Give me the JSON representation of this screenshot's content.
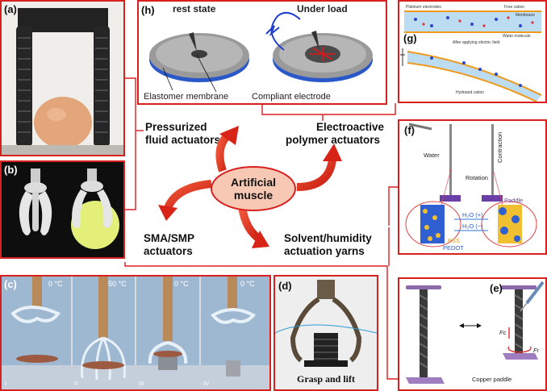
{
  "center": {
    "label_line1": "Artificial",
    "label_line2": "muscle"
  },
  "categories": {
    "pressurized_line1": "Pressurized",
    "pressurized_line2": "fluid actuators",
    "electroactive_line1": "Electroactive",
    "electroactive_line2": "polymer actuators",
    "sma_line1": "SMA/SMP",
    "sma_line2": "actuators",
    "solvent_line1": "Solvent/humidity",
    "solvent_line2": "actuation yarns"
  },
  "panels": {
    "a": {
      "label": "(a)"
    },
    "b": {
      "label": "(b)"
    },
    "c": {
      "label": "(c)",
      "temps": [
        "0 °C",
        "50 °C",
        "0 °C",
        "0 °C"
      ],
      "steps": [
        "I",
        "II",
        "III",
        "IV"
      ]
    },
    "d": {
      "label": "(d)",
      "caption": "Grasp and lift"
    },
    "e": {
      "label": "(e)",
      "caption": "Copper paddle",
      "fc": "Fc",
      "fr": "Fr"
    },
    "f": {
      "label": "(f)",
      "water": "Water",
      "contraction": "Contraction",
      "rotation": "Rotation",
      "paddle": "Paddle",
      "h2o_plus": "H₂O (+)",
      "h2o_minus": "H₂O (−)",
      "pss": "PSS",
      "pedot": "PEDOT"
    },
    "g": {
      "label": "(g)",
      "platinum": "Platinum electrodes",
      "free_cation": "Free cation",
      "membrane": "Membrane",
      "water_molecule": "Water molecule",
      "after": "After applying electric field",
      "hydrated": "Hydrated cation"
    },
    "h": {
      "label": "(h)",
      "rest": "rest state",
      "load": "Under load",
      "elastomer": "Elastomer membrane",
      "compliant": "Compliant electrode"
    }
  },
  "colors": {
    "frame": "#d8201f",
    "arrow": "#e0301c",
    "center_fill": "#f7c8b4",
    "disk_blue": "#2b58c8"
  }
}
